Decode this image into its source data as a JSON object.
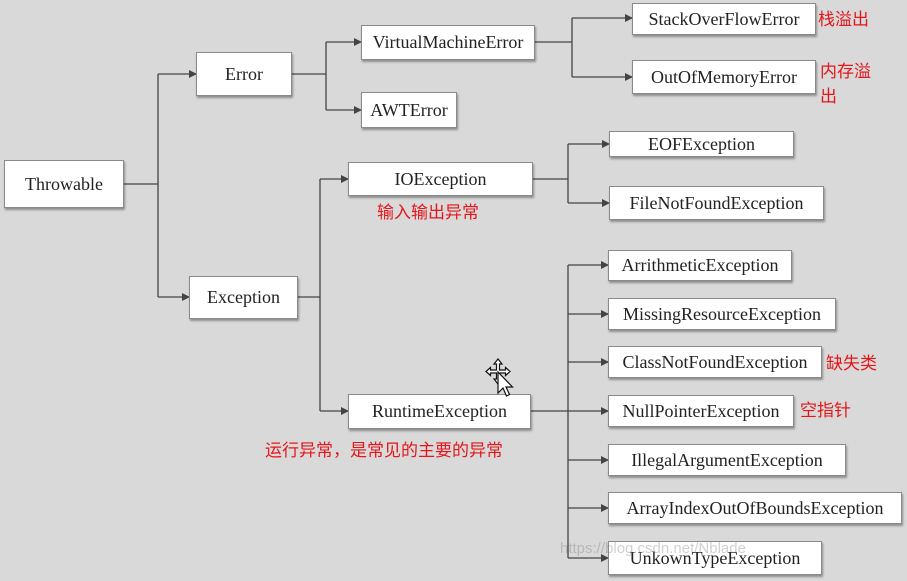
{
  "nodes": {
    "throwable": "Throwable",
    "error": "Error",
    "exception": "Exception",
    "virtual_machine_error": "VirtualMachineError",
    "awt_error": "AWTError",
    "stack_overflow_error": "StackOverFlowError",
    "out_of_memory_error": "OutOfMemoryError",
    "io_exception": "IOException",
    "eof_exception": "EOFException",
    "file_not_found_exception": "FileNotFoundException",
    "runtime_exception": "RuntimeException",
    "arithmetic_exception": "ArrithmeticException",
    "missing_resource_exception": "MissingResourceException",
    "class_not_found_exception": "ClassNotFoundException",
    "null_pointer_exception": "NullPointerException",
    "illegal_argument_exception": "IllegalArgumentException",
    "array_index_out_of_bounds_exception": "ArrayIndexOutOfBoundsException",
    "unknown_type_exception": "UnkownTypeException"
  },
  "notes": {
    "stack_overflow": "栈溢出",
    "out_of_memory_line1": "内存溢",
    "out_of_memory_line2": "出",
    "io": "输入输出异常",
    "class_not_found": "缺失类",
    "null_pointer": "空指针",
    "runtime": "运行异常，是常见的主要的异常"
  },
  "watermark": "https://blog.csdn.net/Nblade",
  "colors": {
    "background": "#d9d9d9",
    "box_fill": "#ffffff",
    "line": "#444444",
    "note": "#e4161a"
  }
}
